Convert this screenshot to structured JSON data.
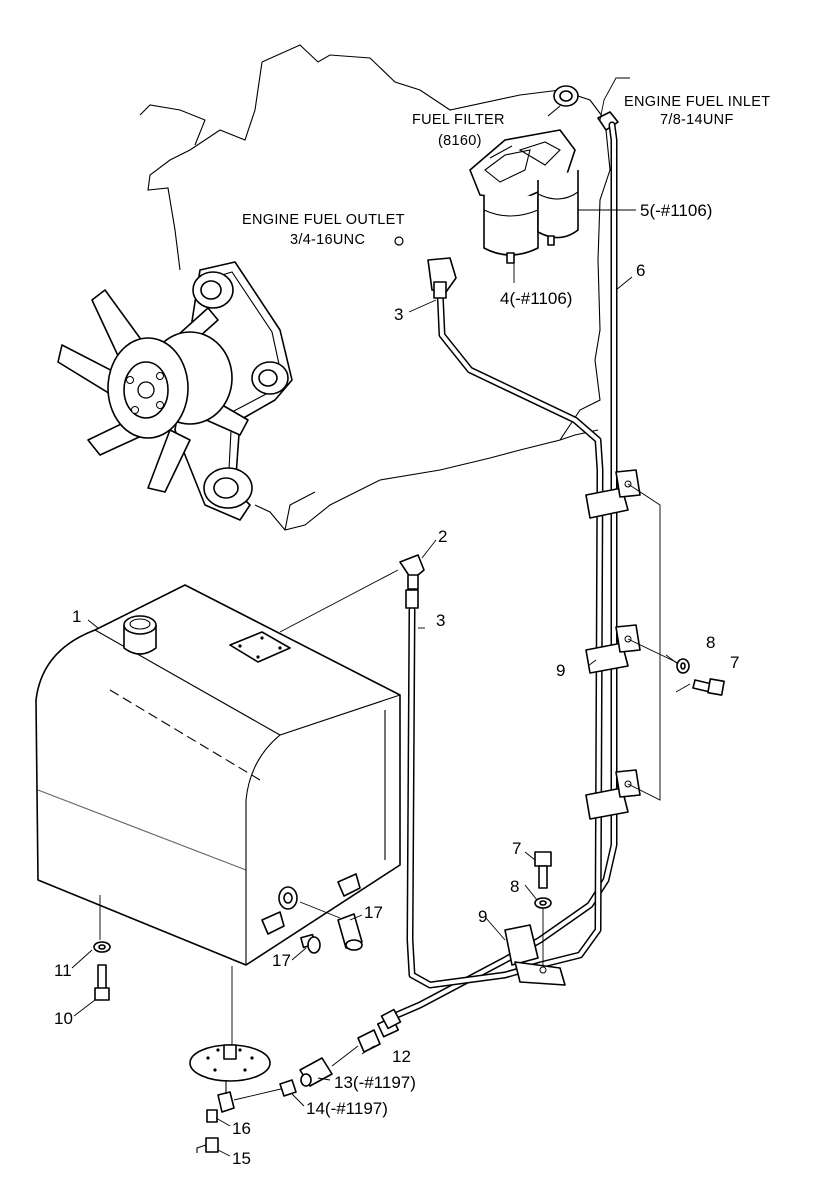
{
  "captions": {
    "fuel_filter_title": "FUEL FILTER",
    "fuel_filter_code": "(8160)",
    "engine_fuel_inlet_title": "ENGINE FUEL INLET",
    "engine_fuel_inlet_spec": "7/8-14UNF",
    "engine_fuel_outlet_title": "ENGINE FUEL OUTLET",
    "engine_fuel_outlet_spec": "3/4-16UNC"
  },
  "callouts": {
    "c1": "1",
    "c2": "2",
    "c3_upper": "3",
    "c3_lower": "3",
    "c4": "4(-#1106)",
    "c5": "5(-#1106)",
    "c6": "6",
    "c7_right": "7",
    "c7_lower": "7",
    "c8_right": "8",
    "c8_lower": "8",
    "c9_upper": "9",
    "c9_lower": "9",
    "c10": "10",
    "c11": "11",
    "c12": "12",
    "c13": "13(-#1197)",
    "c14": "14(-#1197)",
    "c15": "15",
    "c16": "16",
    "c17_upper": "17",
    "c17_lower": "17"
  }
}
